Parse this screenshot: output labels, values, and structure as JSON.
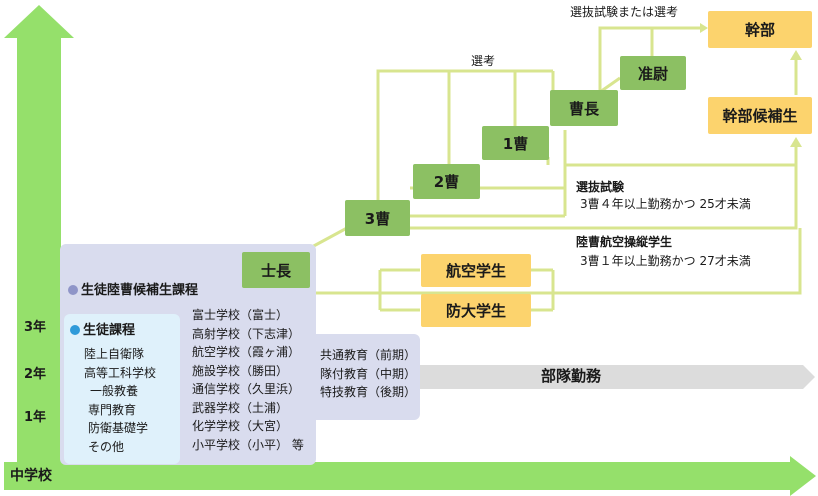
{
  "colors": {
    "green_arrow": "#95e06b",
    "connector": "#d8e58f",
    "rank_box": "#8cc063",
    "officer_box": "#fcd36d",
    "panel_lavender": "#d9dcee",
    "panel_blue": "#dff1fb",
    "bullet_purple": "#8f95c8",
    "bullet_blue": "#2f9ad9",
    "gray_arrow": "#dcdcdc"
  },
  "axis": {
    "middle_school": "中学校",
    "years": [
      "3年",
      "2年",
      "1年"
    ]
  },
  "ranks": {
    "shichou": "士長",
    "sansou": "3曹",
    "nisou": "2曹",
    "issou": "1曹",
    "souchou": "曹長",
    "juni": "准尉",
    "kanbu": "幹部",
    "kanbu_kouhosei": "幹部候補生",
    "koku_gakusei": "航空学生",
    "bodai_gakusei": "防大学生"
  },
  "labels": {
    "senko": "選考",
    "senbatsu_or_senko": "選抜試験または選考",
    "senbatsu_title": "選抜試験",
    "senbatsu_detail": "3曹４年以上勤務かつ 25才未満",
    "pilot_title": "陸曹航空操縦学生",
    "pilot_detail": "3曹１年以上勤務かつ 27才未満",
    "butai_kinmu": "部隊勤務"
  },
  "candidate_course": {
    "title": "生徒陸曹候補生課程",
    "schools": [
      "富士学校（富士）",
      "高射学校（下志津）",
      "航空学校（霞ヶ浦）",
      "施設学校（勝田）",
      "通信学校（久里浜）",
      "武器学校（土浦）",
      "化学学校（大宮）",
      "小平学校（小平） 等"
    ],
    "education": [
      "共通教育（前期）",
      "隊付教育（中期）",
      "特技教育（後期）"
    ]
  },
  "student_course": {
    "title": "生徒課程",
    "items": [
      "陸上自衛隊",
      "高等工科学校",
      "一般教養",
      "専門教育",
      "防衛基礎学",
      "その他"
    ]
  }
}
